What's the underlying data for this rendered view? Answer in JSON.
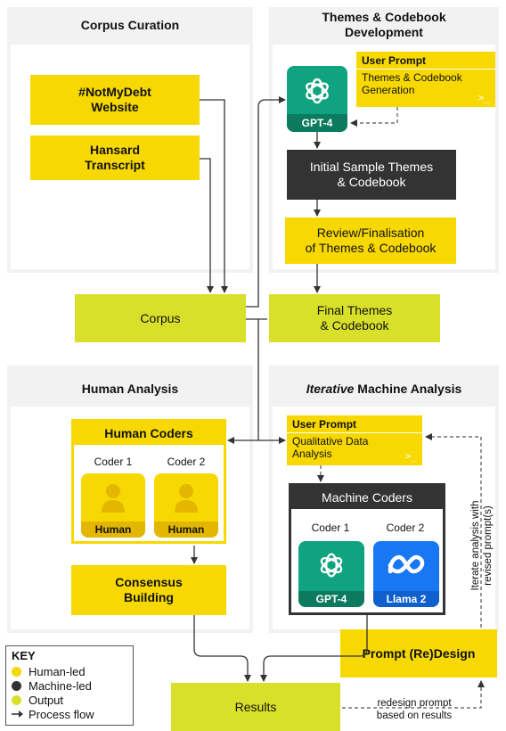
{
  "panels": {
    "corpus_curation": "Corpus Curation",
    "themes_dev": "Themes & Codebook\nDevelopment",
    "human_analysis": "Human Analysis",
    "machine_analysis_italic": "Iterative",
    "machine_analysis_rest": " Machine Analysis"
  },
  "sources": {
    "notmydebt": "#NotMyDebt\nWebsite",
    "hansard": "Hansard\nTranscript"
  },
  "gpt4_top": {
    "label": "GPT-4"
  },
  "user_prompt_themes": {
    "title": "User Prompt",
    "body": "Themes & Codebook\nGeneration",
    "icon": ">_"
  },
  "initial_sample": "Initial Sample Themes\n& Codebook",
  "review": "Review/Finalisation\nof Themes & Codebook",
  "corpus": "Corpus",
  "final_themes": "Final Themes\n& Codebook",
  "human_coders": {
    "title": "Human Coders",
    "coders": [
      {
        "label": "Coder 1",
        "tile": "Human",
        "icon": "human-icon"
      },
      {
        "label": "Coder 2",
        "tile": "Human",
        "icon": "human-icon"
      }
    ]
  },
  "user_prompt_qda": {
    "title": "User Prompt",
    "body": "Qualitative Data\nAnalysis",
    "icon": ">_"
  },
  "machine_coders": {
    "title": "Machine Coders",
    "coders": [
      {
        "label": "Coder 1",
        "tile": "GPT-4",
        "icon": "openai-icon"
      },
      {
        "label": "Coder 2",
        "tile": "Llama 2",
        "icon": "meta-icon"
      }
    ]
  },
  "consensus": "Consensus\nBuilding",
  "results": "Results",
  "prompt_redesign": "Prompt (Re)Design",
  "iterate_label": "Iterate analysis with\nrevised prompt(s)",
  "redesign_label": "redesign prompt\nbased on results",
  "key": {
    "title": "KEY",
    "items": [
      {
        "label": "Human-led",
        "color": "#f7d800"
      },
      {
        "label": "Machine-led",
        "color": "#333333"
      },
      {
        "label": "Output",
        "color": "#d8e02a"
      },
      {
        "label": "Process flow",
        "color": "#333333"
      }
    ]
  },
  "colors": {
    "human": "#f7d800",
    "machine": "#333333",
    "output": "#d8e02a",
    "openai": "#10a37f",
    "meta": "#1877f2"
  }
}
